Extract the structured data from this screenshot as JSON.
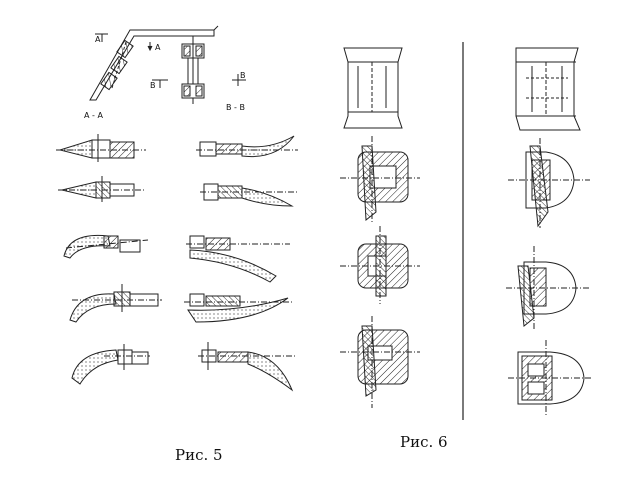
{
  "figure5": {
    "caption": "Рис. 5",
    "section_label_a": "А - А",
    "section_label_b": "В - В",
    "mark_a": "А",
    "mark_b": "В"
  },
  "figure6": {
    "caption": "Рис. 6"
  }
}
